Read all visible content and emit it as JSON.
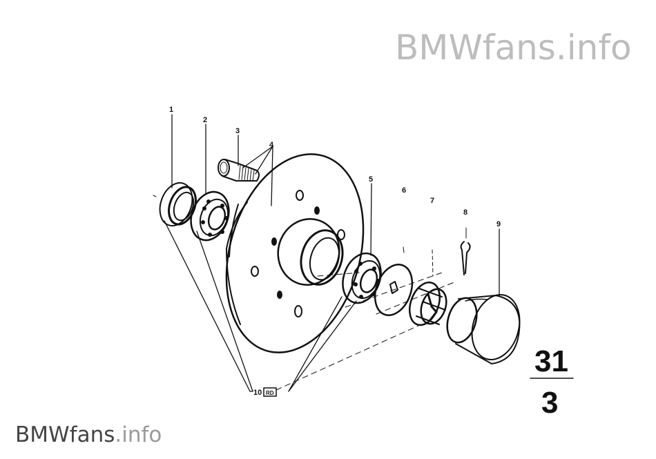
{
  "watermark": {
    "top": {
      "main": "BMWfans",
      "suffix": ".info"
    },
    "bottom": {
      "main": "BMWfans",
      "suffix": ".info"
    }
  },
  "callouts": {
    "c1": "1",
    "c2": "2",
    "c3": "3",
    "c4": "4",
    "c5": "5",
    "c6": "6",
    "c7": "7",
    "c8": "8",
    "c9": "9",
    "c10": "10",
    "box": "RD"
  },
  "page_ref": {
    "top": "31",
    "bottom": "3"
  }
}
